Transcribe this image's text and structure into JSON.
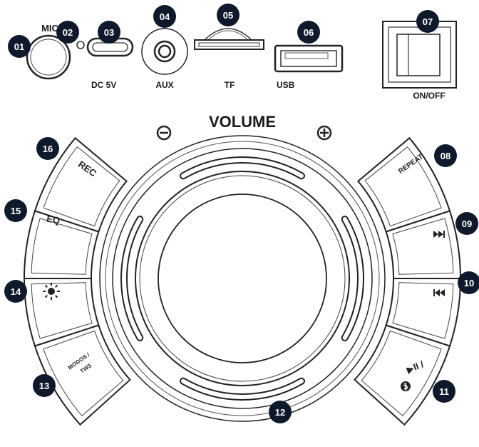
{
  "colors": {
    "badge": "#0e1a2c",
    "badge_text": "#ffffff",
    "outline": "#222222",
    "background": "#ffffff"
  },
  "top_panel": {
    "mic": {
      "label": "MIC",
      "badge": "01"
    },
    "mic_led": {
      "badge": "02"
    },
    "dc_port": {
      "label": "DC 5V",
      "badge": "03"
    },
    "aux_port": {
      "label": "AUX",
      "badge": "04"
    },
    "tf_slot": {
      "label": "TF",
      "badge": "05"
    },
    "usb_port": {
      "label": "USB",
      "badge": "06"
    },
    "power_switch": {
      "label": "ON/OFF",
      "badge": "07"
    }
  },
  "volume": {
    "title": "VOLUME",
    "minus_symbol": "⊖",
    "plus_symbol": "⊕",
    "badge": "12"
  },
  "left_buttons": [
    {
      "label": "REC",
      "badge": "16",
      "icon": ""
    },
    {
      "label": "EQ",
      "badge": "15",
      "icon": ""
    },
    {
      "label": "",
      "badge": "14",
      "icon": "light-icon"
    },
    {
      "label": "MODOS /",
      "label2": "TWS",
      "badge": "13",
      "icon": ""
    }
  ],
  "right_buttons": [
    {
      "label": "REPEAT",
      "badge": "08",
      "icon": ""
    },
    {
      "label": "",
      "badge": "09",
      "icon": "next-track-icon"
    },
    {
      "label": "",
      "badge": "10",
      "icon": "previous-track-icon"
    },
    {
      "label": "▶II /",
      "badge": "11",
      "icon": "play-pause-bluetooth-icon"
    }
  ]
}
